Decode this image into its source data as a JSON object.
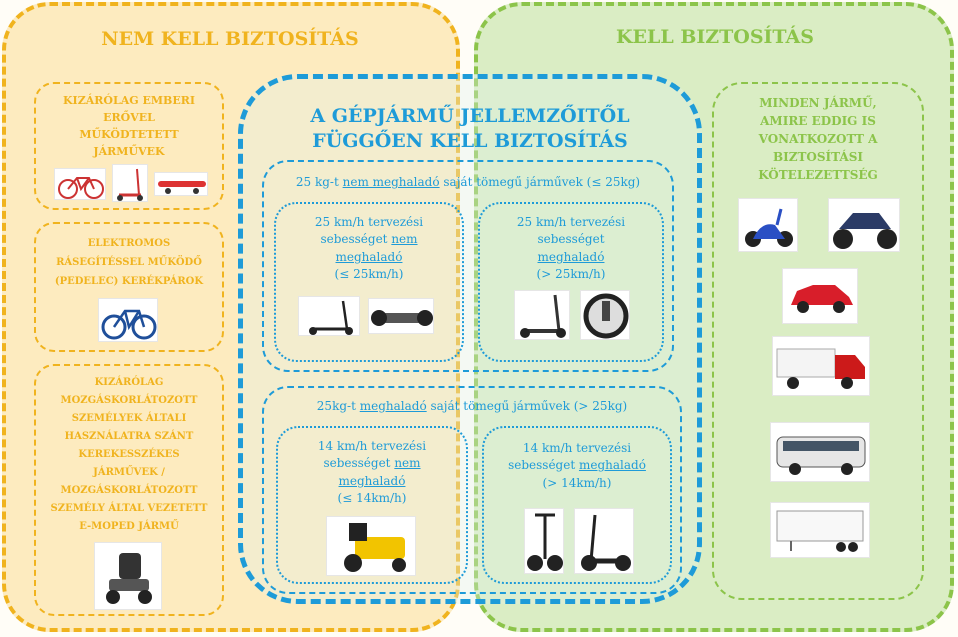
{
  "no_insurance": {
    "title": "NEM KELL BIZTOSÍTÁS",
    "boxes": [
      {
        "text": "KIZÁRÓLAG EMBERI ERŐVEL MŰKÖDTETETT JÁRMŰVEK",
        "icons": [
          "bicycle-icon",
          "kick-scooter-icon",
          "skateboard-icon"
        ]
      },
      {
        "text": "ELEKTROMOS RÁSEGÍTÉSSEL MŰKÖDŐ (PEDELEC) KERÉKPÁROK",
        "icons": [
          "e-bike-icon"
        ]
      },
      {
        "text": "KIZÁRÓLAG MOZGÁSKORLÁTOZOTT SZEMÉLYEK ÁLTALI HASZNÁLATRA SZÁNT KEREKESSZÉKES JÁRMŰVEK / MOZGÁSKORLÁTOZOTT SZEMÉLY ÁLTAL VEZETETT E-MOPED JÁRMŰ",
        "icons": [
          "mobility-scooter-icon"
        ]
      }
    ]
  },
  "insurance": {
    "title": "KELL BIZTOSÍTÁS",
    "box_text": "MINDEN JÁRMŰ, AMIRE EDDIG IS VONATKOZOTT A BIZTOSÍTÁSI KÖTELEZETTSÉG",
    "icons": [
      "moped-icon",
      "quad-icon",
      "car-icon",
      "truck-icon",
      "bus-icon",
      "trailer-icon"
    ]
  },
  "depends": {
    "title_line1": "A GÉPJÁRMŰ JELLEMZŐITŐL",
    "title_line2": "FÜGGŐEN KELL BIZTOSÍTÁS",
    "groups": [
      {
        "head_pre": "25 kg-t ",
        "head_u": "nem meghaladó",
        "head_post": " saját tömegű járművek (≤ 25kg)",
        "items": [
          {
            "l1": "25 km/h tervezési",
            "l2": "sebességet ",
            "u1": "nem",
            "u2": "meghaladó",
            "l4": "(≤ 25km/h)"
          },
          {
            "l1": "25 km/h tervezési",
            "l2": "sebességet",
            "u1": "",
            "u2": "meghaladó",
            "l4": "(> 25km/h)"
          }
        ]
      },
      {
        "head_pre": "25kg-t ",
        "head_u": "meghaladó",
        "head_post": " saját tömegű járművek (> 25kg)",
        "items": [
          {
            "l1": "14 km/h tervezési",
            "l2": "sebességet ",
            "u1": "nem",
            "u2": "meghaladó",
            "l4": "(≤ 14km/h)"
          },
          {
            "l1": "14 km/h tervezési",
            "l2": "sebességet ",
            "u1": "meghaladó",
            "u2": "",
            "l4": "(> 14km/h)"
          }
        ]
      }
    ]
  }
}
